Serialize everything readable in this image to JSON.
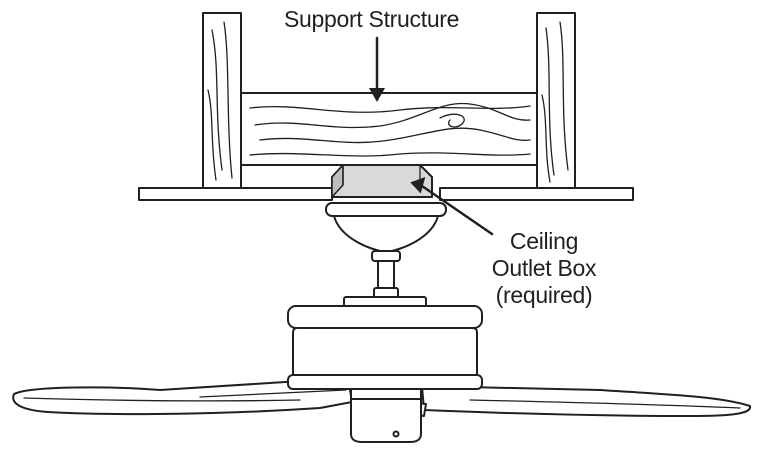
{
  "labels": {
    "support_structure": "Support Structure",
    "outlet_box_line1": "Ceiling",
    "outlet_box_line2": "Outlet Box",
    "outlet_box_line3": "(required)"
  },
  "colors": {
    "line": "#231f20",
    "fill": "#ffffff",
    "box_fill": "#d9d9d9",
    "box_side": "#bdbdbd"
  }
}
